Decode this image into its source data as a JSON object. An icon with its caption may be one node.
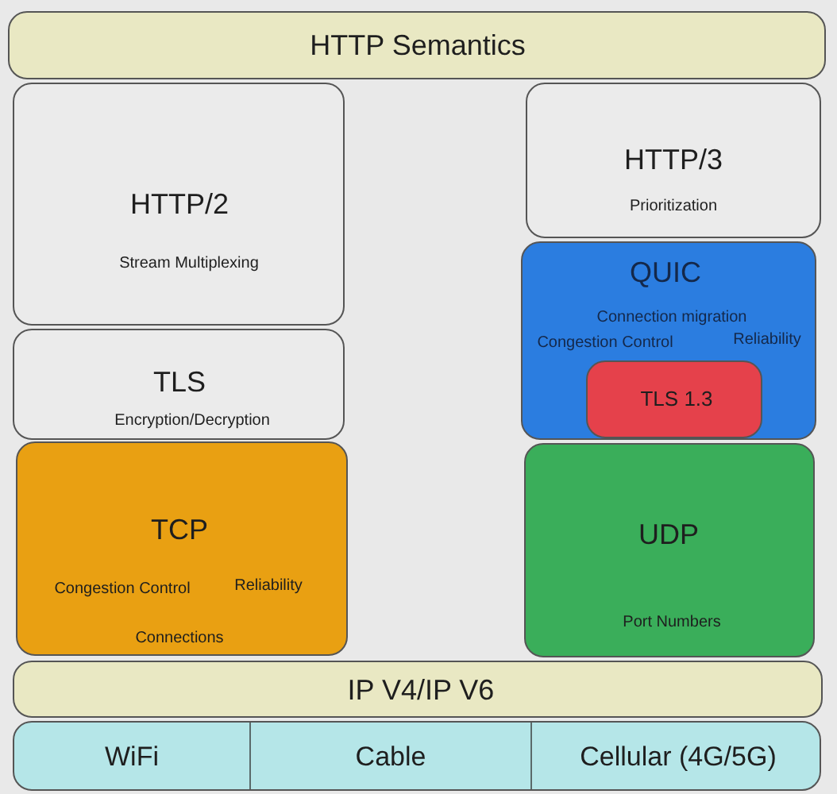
{
  "diagram": {
    "nodes": [
      {
        "text": [
          "HTTP Semantics"
        ]
      },
      {
        "text": [
          "HTTP/2",
          "Stream Multiplexing"
        ]
      },
      {
        "text": [
          "HTTP/3",
          "Prioritization"
        ]
      },
      {
        "text": [
          "QUIC",
          "Connection migration",
          "Congestion Control",
          "Reliability"
        ]
      },
      {
        "text": [
          "TLS 1.3"
        ],
        "in": 3
      },
      {
        "text": [
          "TLS",
          "Encryption/Decryption"
        ]
      },
      {
        "text": [
          "TCP",
          "Congestion Control",
          "Reliability",
          "Connections"
        ]
      },
      {
        "text": [
          "UDP",
          "Port Numbers"
        ]
      },
      {
        "text": [
          "IP V4/IP V6"
        ]
      },
      {
        "text": [],
        "shape": "box"
      },
      {
        "text": [
          "WiFi"
        ],
        "in": 9
      },
      {
        "text": [
          "Cable"
        ],
        "in": 9
      },
      {
        "text": [
          "Cellular (4G/5G)"
        ],
        "in": 9
      }
    ]
  }
}
